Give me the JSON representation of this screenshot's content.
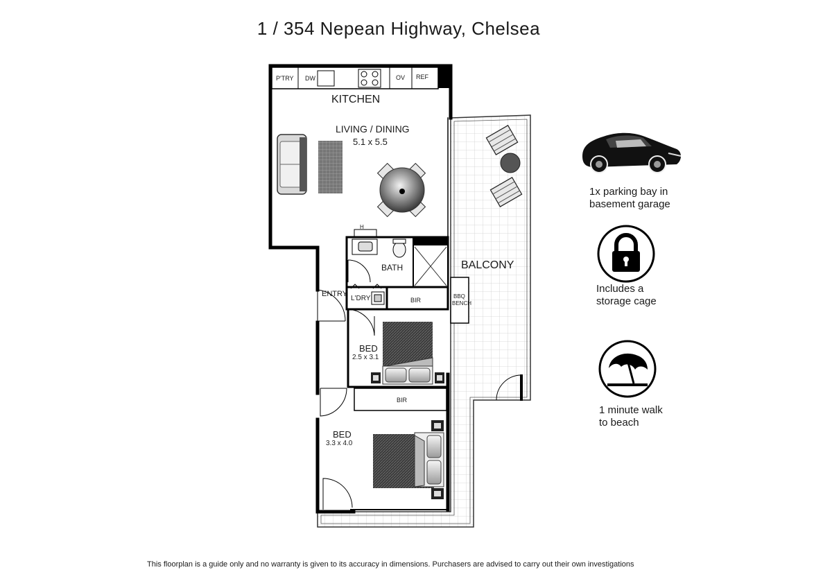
{
  "title": "1 / 354 Nepean Highway, Chelsea",
  "disclaimer": "This floorplan is a guide only and no warranty is given to  its accuracy in dimensions.  Purchasers are advised to carry out their own investigations",
  "rooms": {
    "kitchen": "KITCHEN",
    "living": "LIVING / DINING",
    "living_size": "5.1 x 5.5",
    "bath": "BATH",
    "laundry": "L'DRY",
    "bir1": "BIR",
    "bir2": "BIR",
    "entry": "ENTRY",
    "balcony": "BALCONY",
    "bbq_line1": "BBQ",
    "bbq_line2": "BENCH",
    "bed1": "BED",
    "bed1_size": "2.5 x 3.1",
    "bed2": "BED",
    "bed2_size": "3.3 x 4.0",
    "heater": "H"
  },
  "kitchen_bench": {
    "pantry": "P'TRY",
    "dishwasher": "DW",
    "oven": "OV",
    "fridge": "REF"
  },
  "features": [
    {
      "icon": "car-icon",
      "line1": "1x parking bay  in",
      "line2": "basement garage"
    },
    {
      "icon": "lock-icon",
      "line1": "Includes a",
      "line2": "storage cage"
    },
    {
      "icon": "beach-umbrella-icon",
      "line1": "1 minute walk",
      "line2": "to beach"
    }
  ]
}
